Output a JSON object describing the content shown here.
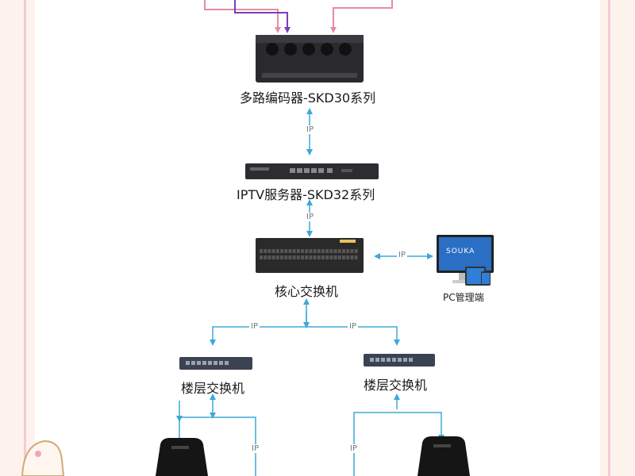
{
  "nodes": {
    "encoder": "多路编码器-SKD30系列",
    "iptv_server": "IPTV服务器-SKD32系列",
    "core_switch": "核心交换机",
    "pc_manager": "PC管理端",
    "floor_switch_left": "楼层交换机",
    "floor_switch_right": "楼层交换机"
  },
  "link_labels": {
    "encoder_server": "IP",
    "server_core": "IP",
    "core_pc": "IP",
    "core_floor_left": "IP",
    "core_floor_right": "IP",
    "floor_left_down": "IP",
    "floor_right_down": "IP"
  },
  "device_text": {
    "monitor_brand": "SOUKA"
  },
  "colors": {
    "link_blue": "#3ea8d8",
    "input_pink": "#e88aa6",
    "input_purple": "#7a3fb8",
    "border_pink": "#f4c9d6"
  }
}
